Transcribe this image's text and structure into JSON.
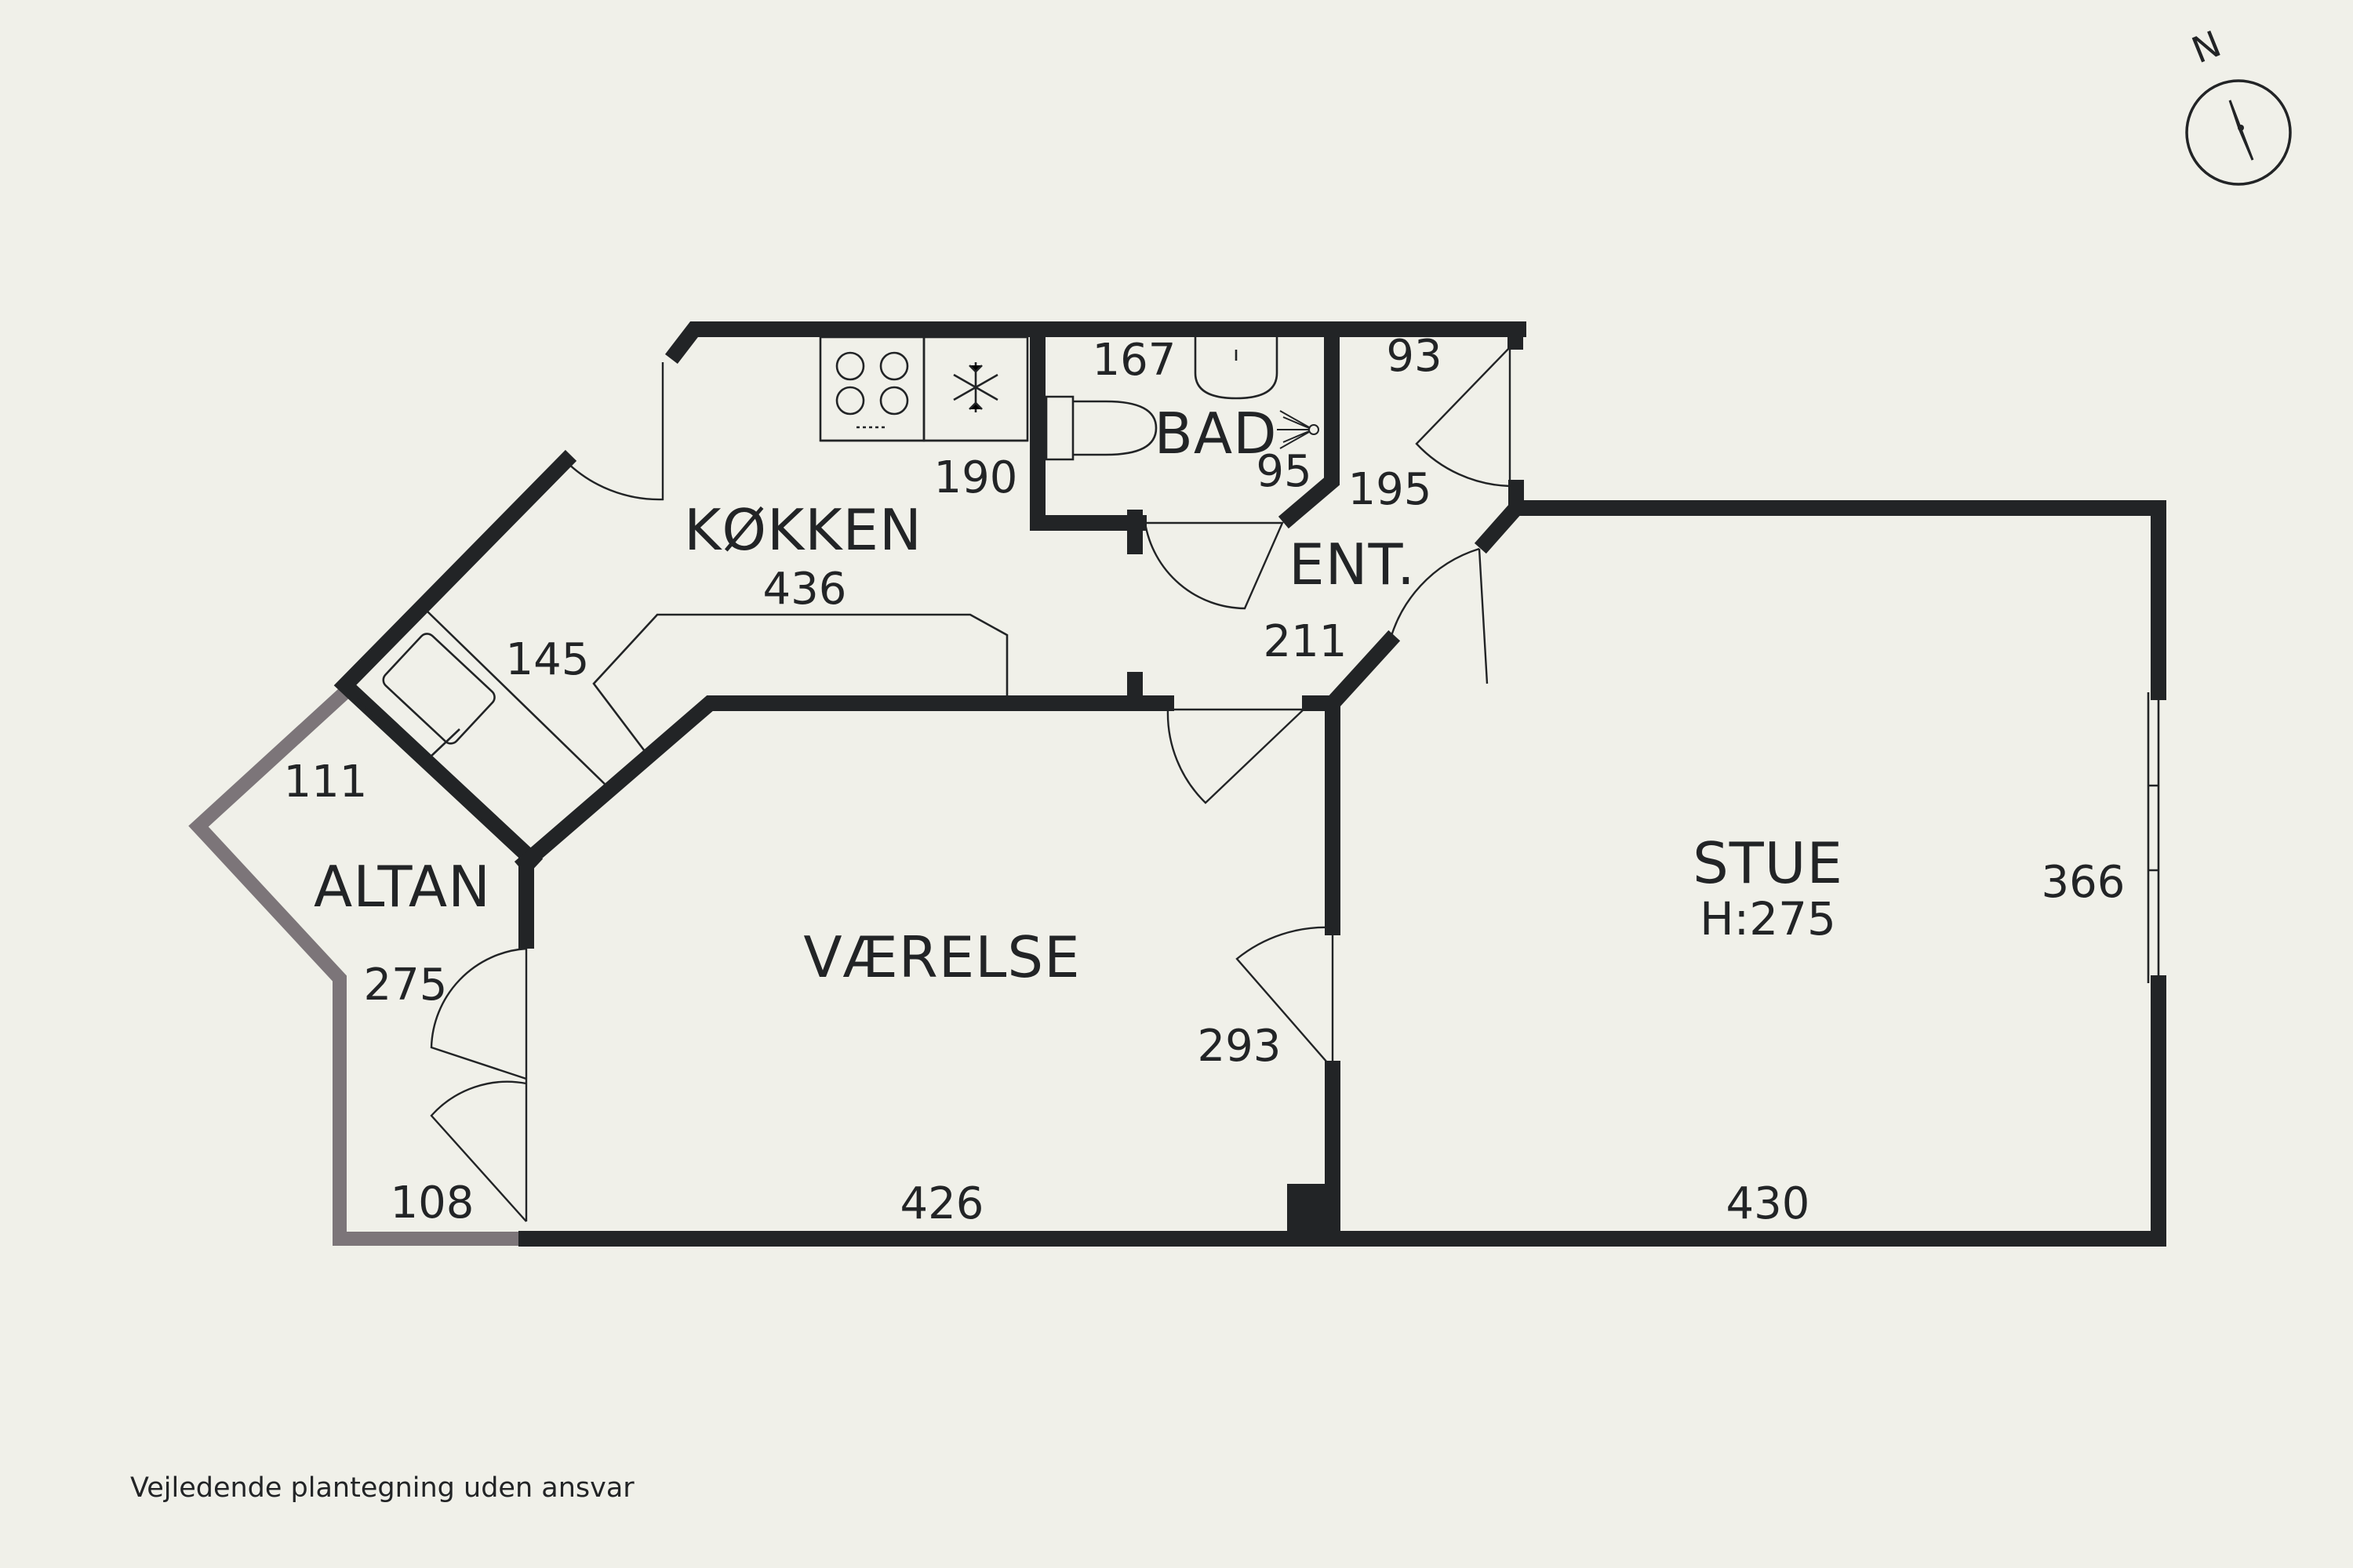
{
  "compass": {
    "label": "N"
  },
  "rooms": {
    "kitchen": {
      "name": "KØKKEN",
      "dims": [
        "436",
        "190",
        "145"
      ]
    },
    "bath": {
      "name": "BAD",
      "dims": [
        "167",
        "95"
      ]
    },
    "entrance": {
      "name": "ENT.",
      "dims": [
        "93",
        "195",
        "211"
      ]
    },
    "bedroom": {
      "name": "VÆRELSE",
      "dims": [
        "293",
        "426"
      ]
    },
    "living": {
      "name": "STUE",
      "height": "H:275",
      "dims": [
        "366",
        "430"
      ]
    },
    "balcony": {
      "name": "ALTAN",
      "dims": [
        "111",
        "275",
        "108"
      ]
    }
  },
  "footer": {
    "disclaimer": "Vejledende plantegning uden ansvar"
  },
  "colors": {
    "background": "#f0f0e9",
    "wall": "#222426",
    "balcony_wall": "#7c7579"
  }
}
